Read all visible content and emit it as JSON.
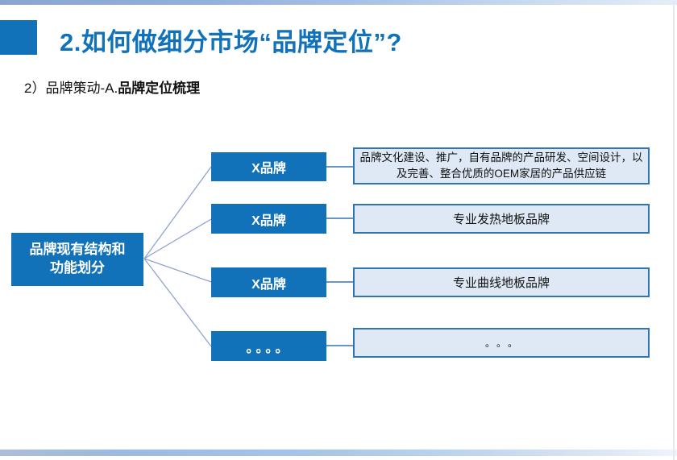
{
  "slide": {
    "title": "2.如何做细分市场“品牌定位”?",
    "subtitle_prefix": "2）品牌策动-A.",
    "subtitle_bold": "品牌定位梳理"
  },
  "diagram": {
    "root": {
      "line1": "品牌现有结构和",
      "line2": "功能划分"
    },
    "rows": [
      {
        "label": "X品牌",
        "desc": "品牌文化建设、推广，自有品牌的产品研发、空间设计，以及完善、整合优质的OEM家居的产品供应链"
      },
      {
        "label": "X品牌",
        "desc": "专业发热地板品牌"
      },
      {
        "label": "X品牌",
        "desc": "专业曲线地板品牌"
      },
      {
        "label": "。。。。",
        "desc": "。。。"
      }
    ]
  },
  "colors": {
    "accent_blue": "#1172BA",
    "title_blue": "#1172BA",
    "light_box_fill": "#DEE9F5",
    "light_box_border": "#2E75B6",
    "fan_line": "#8FA3D4",
    "top_bar_gradient_start": "#8AA5D4",
    "bottom_bar_gradient_start": "#ABBDD9"
  }
}
